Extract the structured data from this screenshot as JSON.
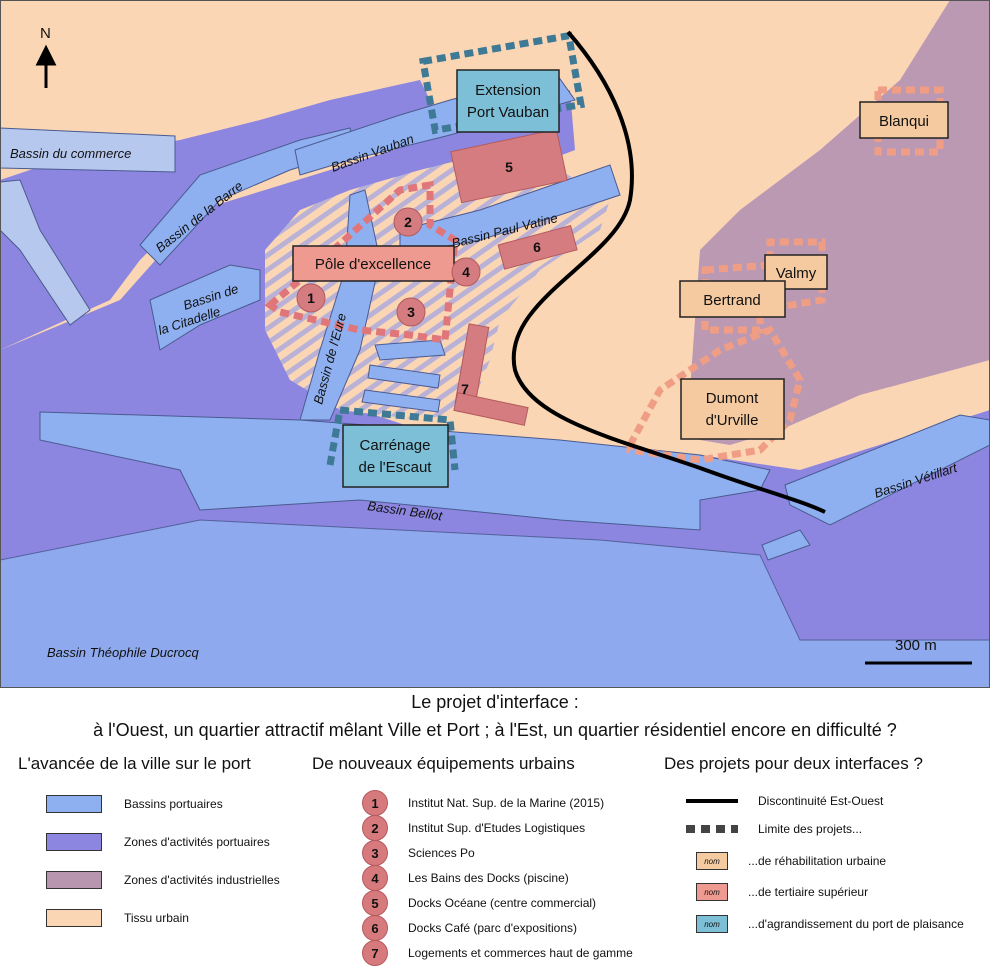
{
  "map": {
    "north": "N",
    "scale_label": "300 m",
    "water_labels": {
      "commerce": "Bassin du commerce",
      "barre": "Bassin de la Barre",
      "vauban": "Bassin Vauban",
      "citadelle_1": "Bassin de",
      "citadelle_2": "la Citadelle",
      "paul_vatine": "Bassin Paul Vatine",
      "eure": "Bassin de l'Eure",
      "bellot": "Bassin Bellot",
      "vetillart": "Bassin Vétillart",
      "ducrocq": "Bassin Théophile Ducrocq"
    },
    "project_labels": {
      "extension_1": "Extension",
      "extension_2": "Port Vauban",
      "pole": "Pôle d'excellence",
      "carrenage_1": "Carrénage",
      "carrenage_2": "de l'Escaut",
      "blanqui": "Blanqui",
      "valmy": "Valmy",
      "bertrand": "Bertrand",
      "dumont_1": "Dumont",
      "dumont_2": "d'Urville"
    },
    "markers": [
      "1",
      "2",
      "3",
      "4",
      "5",
      "6",
      "7"
    ]
  },
  "legend": {
    "title_line1": "Le projet d'interface :",
    "title_line2": "à l'Ouest, un quartier attractif mêlant Ville et Port ; à l'Est, un quartier résidentiel encore en difficulté ?",
    "col1_head": "L'avancée de la ville sur le port",
    "col2_head": "De nouveaux équipements urbains",
    "col3_head": "Des projets pour deux interfaces ?",
    "zones": [
      {
        "label": "Bassins portuaires",
        "color": "#8fb0f0"
      },
      {
        "label": "Zones d'activités portuaires",
        "color": "#8c86e0"
      },
      {
        "label": "Zones d'activités industrielles",
        "color": "#b896b0"
      },
      {
        "label": "Tissu urbain",
        "color": "#fbd6b4"
      }
    ],
    "equipements": [
      {
        "num": "1",
        "label": "Institut Nat. Sup. de la Marine (2015)"
      },
      {
        "num": "2",
        "label": "Institut Sup. d'Etudes Logistiques"
      },
      {
        "num": "3",
        "label": "Sciences Po"
      },
      {
        "num": "4",
        "label": "Les Bains des Docks (piscine)"
      },
      {
        "num": "5",
        "label": "Docks Océane (centre commercial)"
      },
      {
        "num": "6",
        "label": "Docks Café (parc d'expositions)"
      },
      {
        "num": "7",
        "label": "Logements et commerces haut de gamme"
      }
    ],
    "projets": {
      "discontinuite": "Discontinuité Est-Ouest",
      "limite": "Limite des projets...",
      "swatch_text": "nom",
      "rehab": "...de réhabilitation urbaine",
      "tertiaire": "...de tertiaire supérieur",
      "agrandissement": "...d'agrandissement du port de plaisance",
      "rehab_color": "#f5caa0",
      "tertiaire_color": "#ee9a90",
      "agrandissement_color": "#7dbfd6"
    }
  }
}
